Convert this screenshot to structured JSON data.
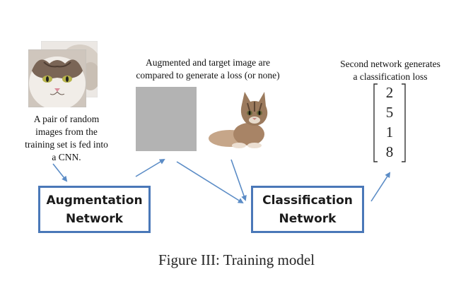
{
  "left": {
    "caption_lines": [
      "A pair of random",
      "images from the",
      "training set is fed into",
      "a CNN."
    ]
  },
  "middle": {
    "caption_lines": [
      "Augmented and target image are",
      "compared to generate a loss (or none)"
    ]
  },
  "right": {
    "caption_lines": [
      "Second network generates",
      "a classification loss"
    ],
    "vector": [
      "2",
      "5",
      "1",
      "8"
    ]
  },
  "boxes": {
    "augmentation_lines": [
      "Augmentation",
      "Network"
    ],
    "classification_lines": [
      "Classification",
      "Network"
    ]
  },
  "figure_caption": "Figure III: Training model",
  "colors": {
    "box_border": "#4a78b8",
    "arrow": "#5b8cc6",
    "gray_image": "#b3b3b3"
  },
  "icons": {
    "input_images": "cat-photo-pair",
    "target_image": "kitten-photo"
  }
}
